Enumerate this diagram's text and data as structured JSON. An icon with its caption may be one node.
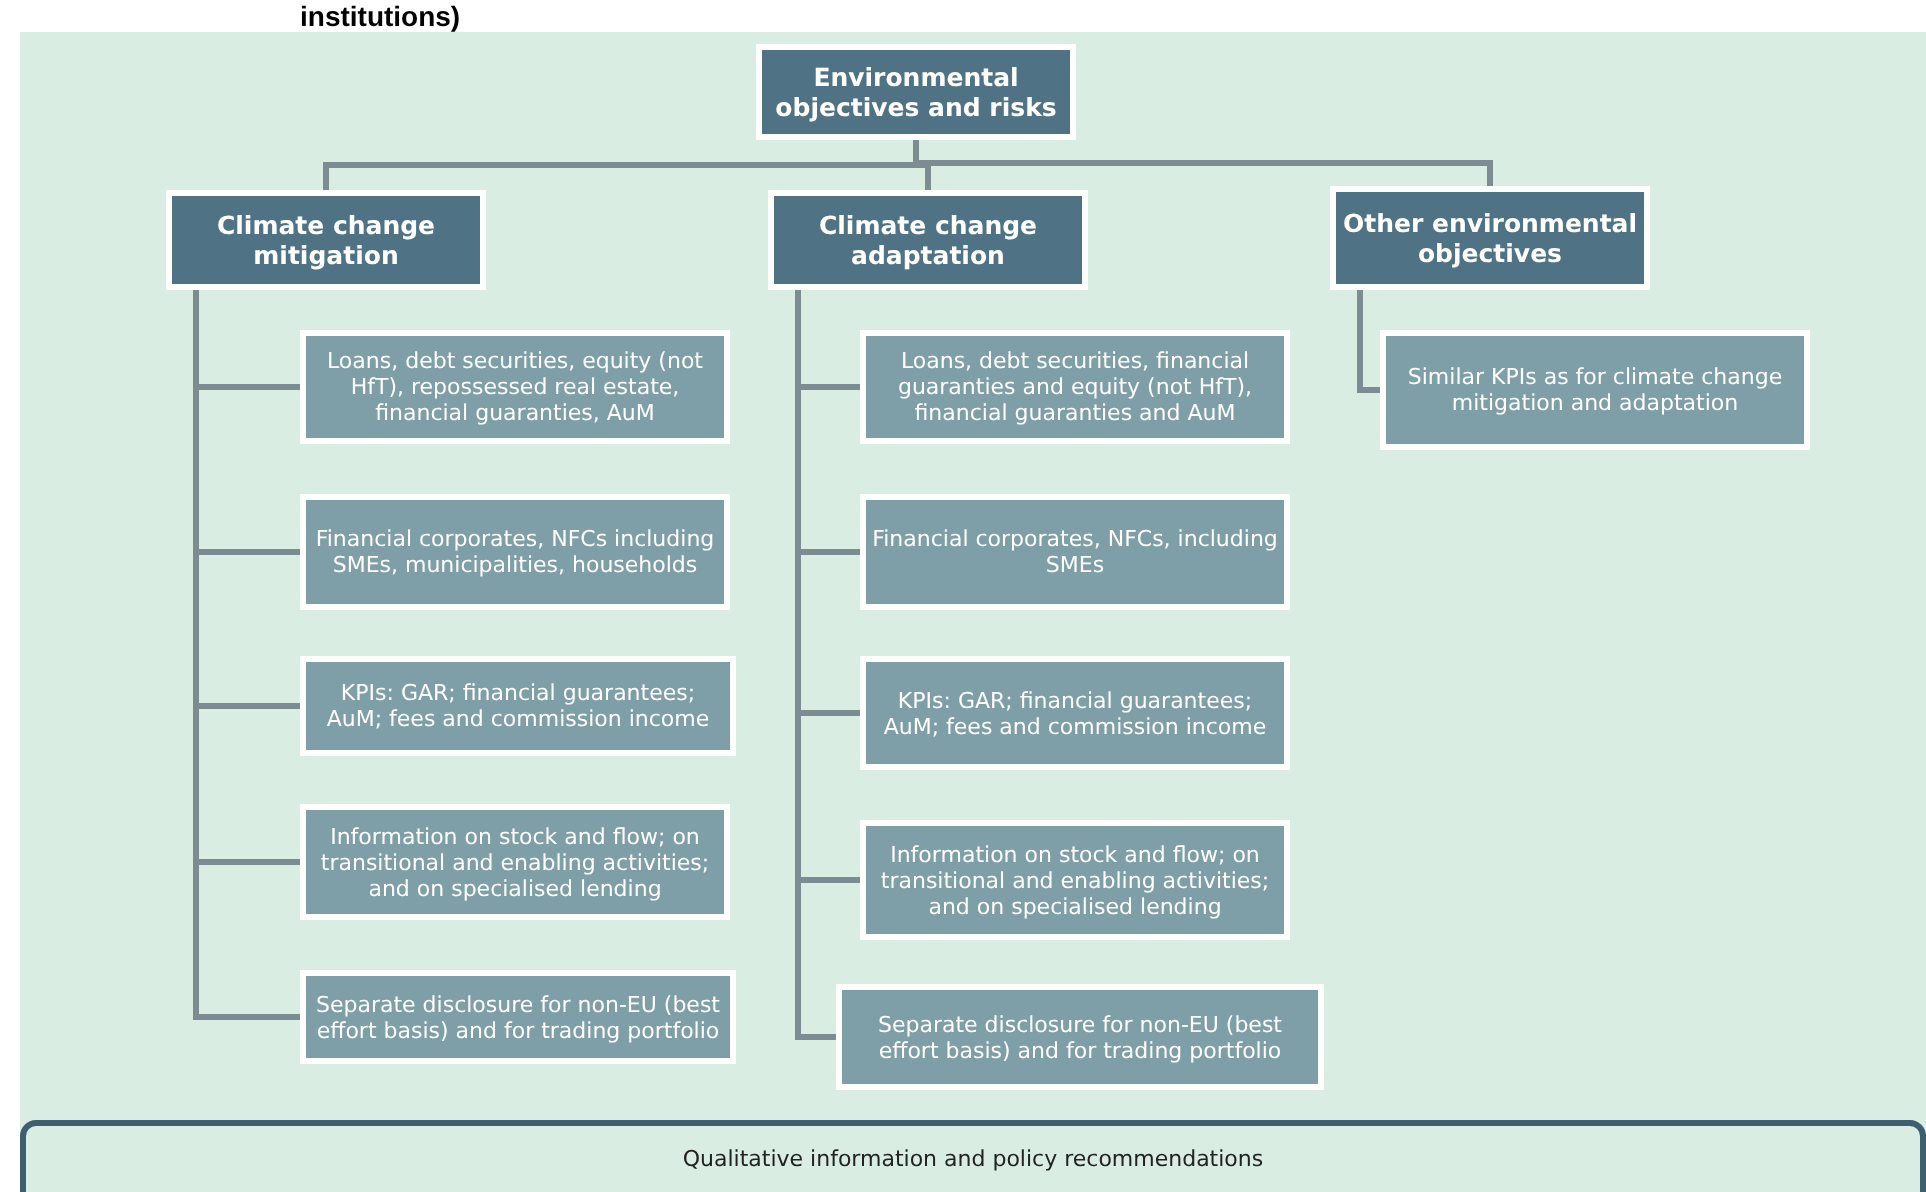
{
  "diagram": {
    "title": "institutions)",
    "nodes": [
      {
        "text": [
          "Environmental objectives and risks"
        ]
      },
      {
        "text": [
          "Climate change mitigation"
        ]
      },
      {
        "text": [
          "Climate change adaptation"
        ]
      },
      {
        "text": [
          "Other environmental objectives"
        ]
      },
      {
        "text": [
          "Loans, debt securities, equity (not HfT), repossessed real estate, financial guaranties, AuM"
        ]
      },
      {
        "text": [
          "Financial corporates, NFCs including SMEs, municipalities, households"
        ]
      },
      {
        "text": [
          "KPIs: GAR; financial guarantees; AuM; fees and commission income"
        ]
      },
      {
        "text": [
          "Information on stock and flow; on transitional and enabling activities; and on specialised lending"
        ]
      },
      {
        "text": [
          "Separate disclosure for non-EU (best effort basis) and for trading portfolio"
        ]
      },
      {
        "text": [
          "Loans, debt securities, financial guaranties  and equity (not HfT), financial guaranties and AuM"
        ]
      },
      {
        "text": [
          "Financial corporates, NFCs, including SMEs"
        ]
      },
      {
        "text": [
          "KPIs: GAR; financial guarantees; AuM; fees and commission income"
        ]
      },
      {
        "text": [
          "Information on stock and flow; on transitional and enabling activities; and on specialised lending"
        ]
      },
      {
        "text": [
          "Separate disclosure for non-EU (best effort basis) and for trading portfolio"
        ]
      },
      {
        "text": [
          "Similar KPIs as for climate change mitigation and adaptation"
        ]
      },
      {
        "text": [
          "Qualitative information and policy recommendations"
        ]
      }
    ],
    "edges": [
      {
        "from": 0,
        "to": 1,
        "arrow": "none"
      },
      {
        "from": 0,
        "to": 2,
        "arrow": "none"
      },
      {
        "from": 0,
        "to": 3,
        "arrow": "none"
      },
      {
        "from": 1,
        "to": 4,
        "arrow": "none"
      },
      {
        "from": 1,
        "to": 5,
        "arrow": "none"
      },
      {
        "from": 1,
        "to": 6,
        "arrow": "none"
      },
      {
        "from": 1,
        "to": 7,
        "arrow": "none"
      },
      {
        "from": 1,
        "to": 8,
        "arrow": "none"
      },
      {
        "from": 2,
        "to": 9,
        "arrow": "none"
      },
      {
        "from": 2,
        "to": 10,
        "arrow": "none"
      },
      {
        "from": 2,
        "to": 11,
        "arrow": "none"
      },
      {
        "from": 2,
        "to": 12,
        "arrow": "none"
      },
      {
        "from": 2,
        "to": 13,
        "arrow": "none"
      },
      {
        "from": 3,
        "to": 14,
        "arrow": "none"
      }
    ]
  }
}
